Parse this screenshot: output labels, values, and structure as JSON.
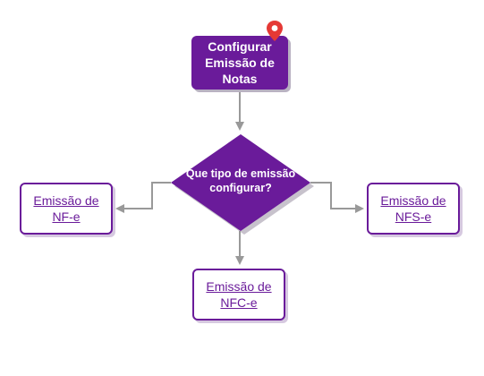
{
  "colors": {
    "primary": "#6a1b9a",
    "arrow": "#999999",
    "shadow": "#b9b2c2",
    "pin": "#e53935"
  },
  "start": {
    "label": "Configurar\nEmissão de\nNotas",
    "icon": "map-pin-icon"
  },
  "decision": {
    "label": "Que tipo de emissão\nconfigurar?"
  },
  "options": {
    "nfe": "Emissão de\nNF-e",
    "nfse": "Emissão de\nNFS-e",
    "nfce": "Emissão de\nNFC-e"
  }
}
